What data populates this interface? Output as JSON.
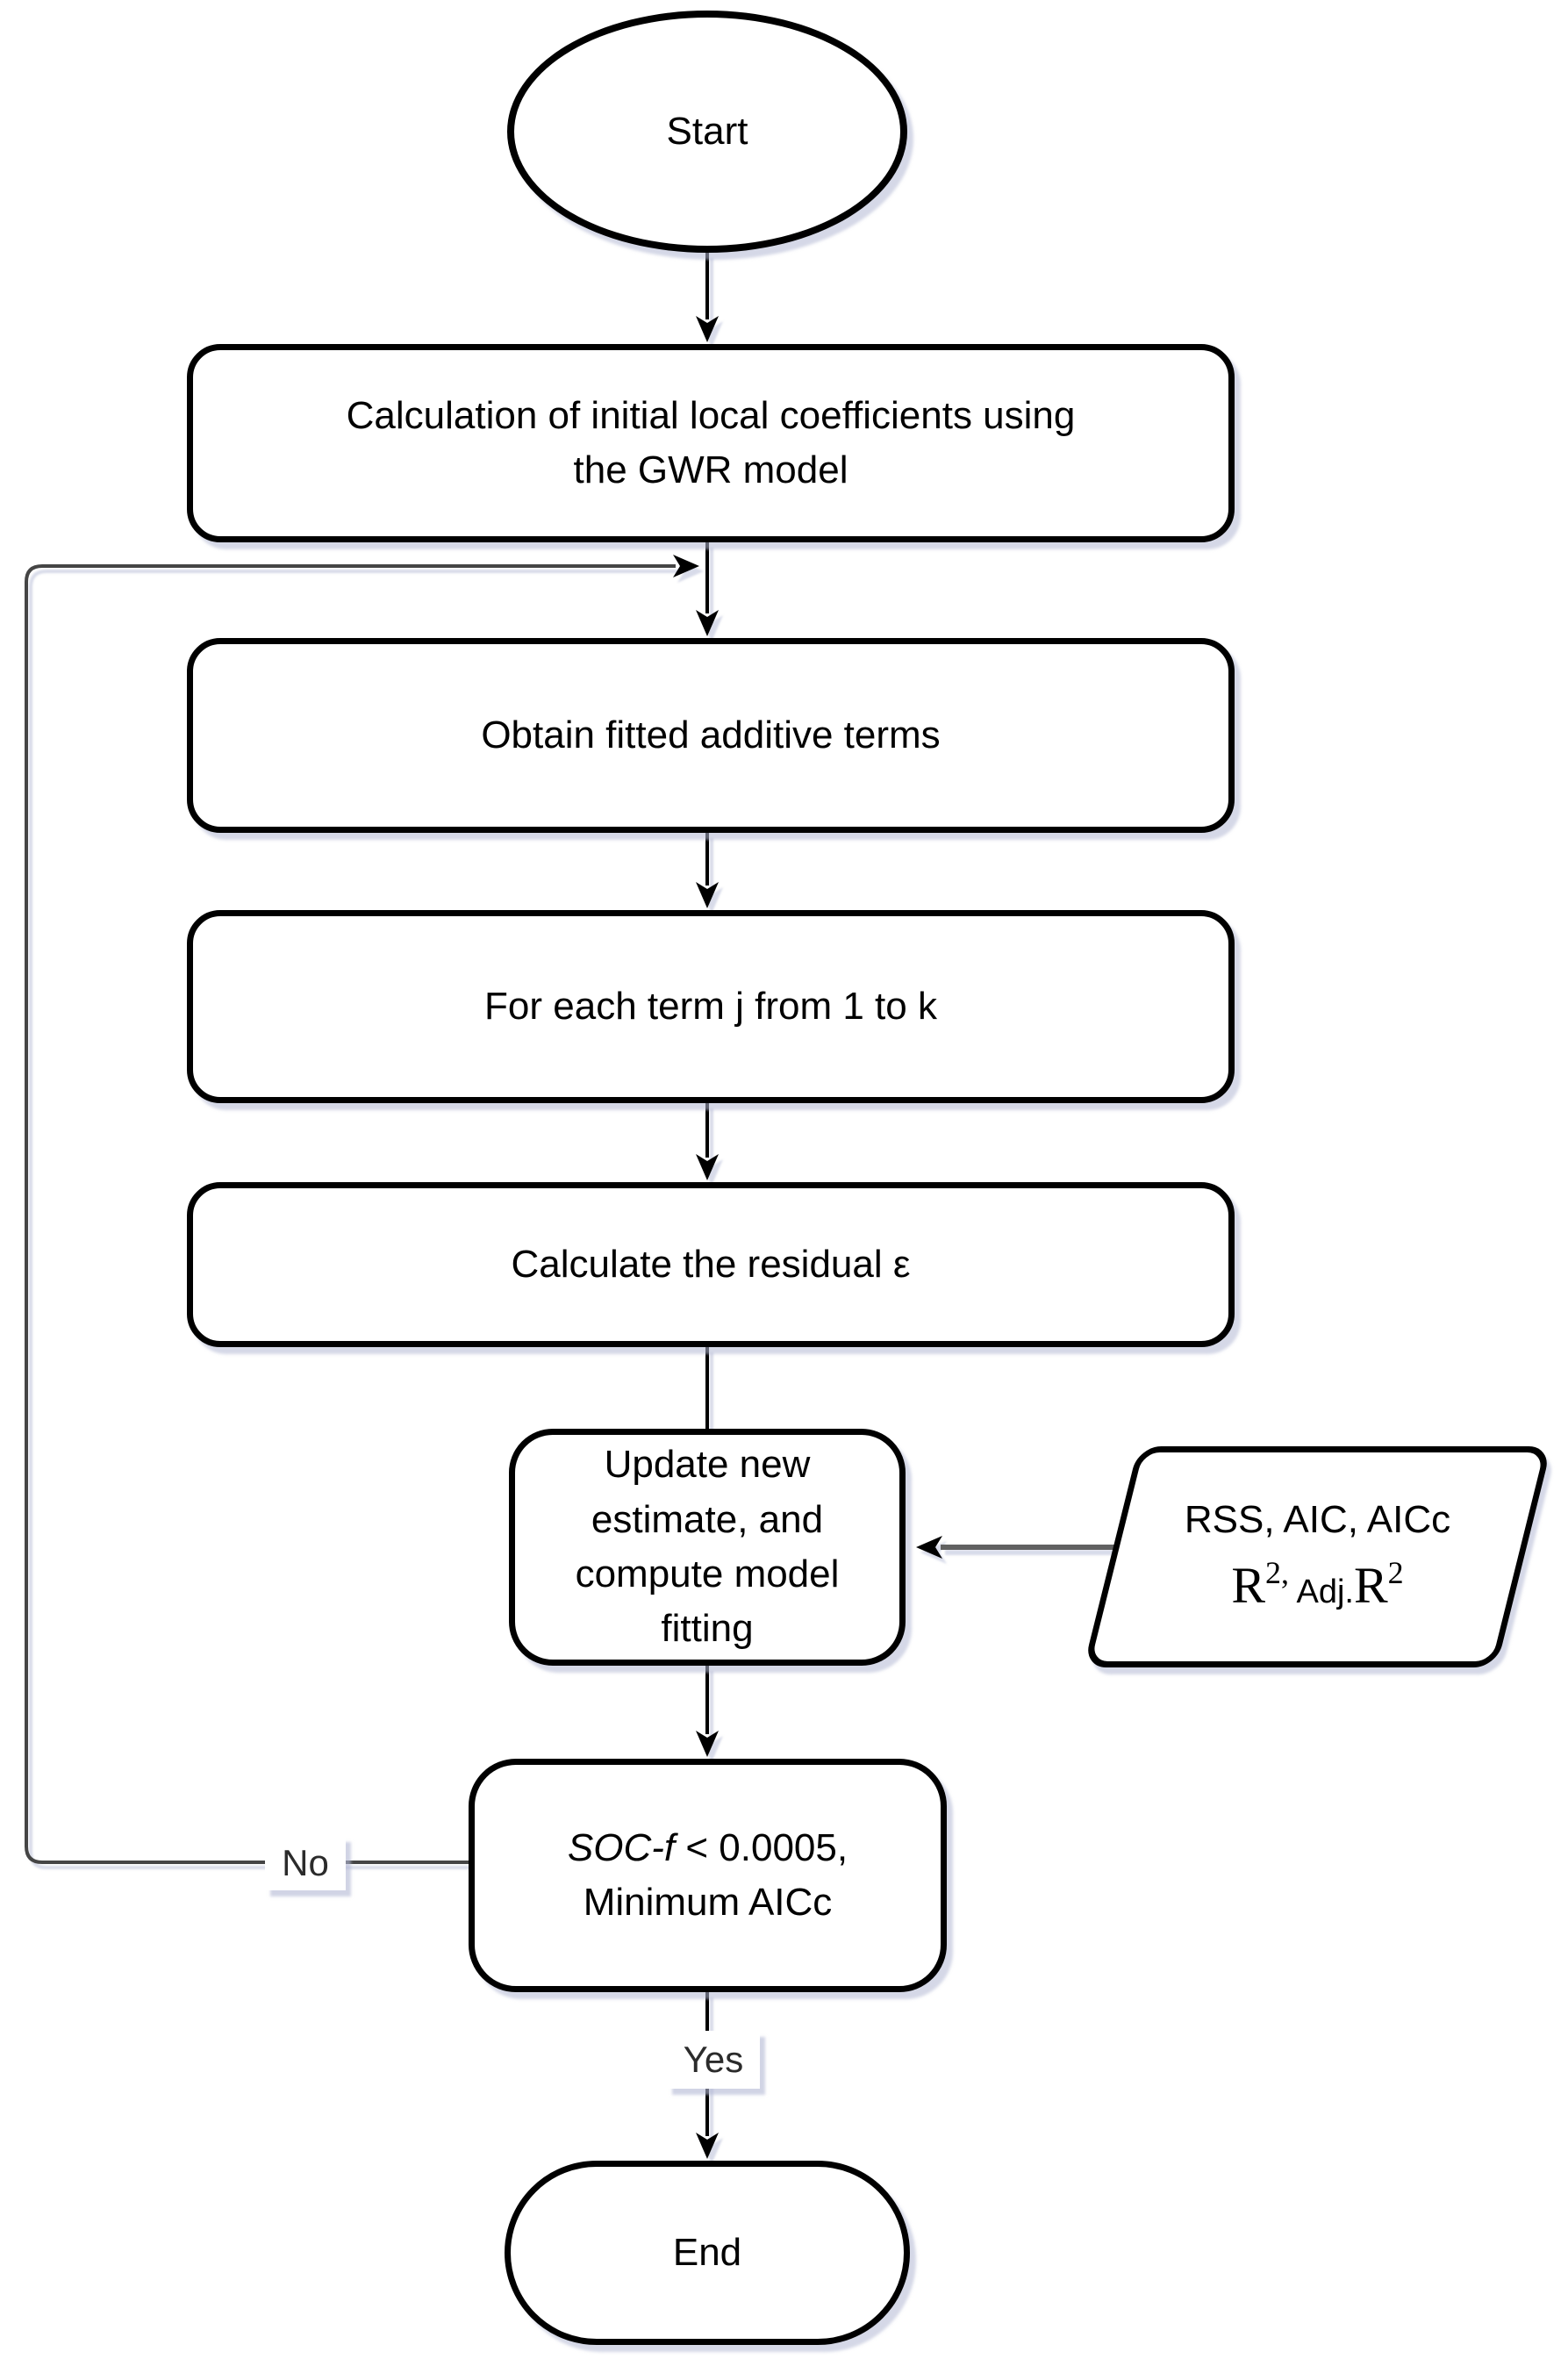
{
  "flowchart": {
    "nodes": {
      "start": "Start",
      "calc_initial": "Calculation of initial local coefficients using\nthe GWR model",
      "obtain_fitted": "Obtain fitted additive terms",
      "for_each": "For each term j from 1 to k",
      "residual": "Calculate the residual ε",
      "update": "Update new\nestimate, and\ncompute model\nfitting",
      "metrics_line1": "RSS, AIC, AICc",
      "metrics_r1": "R",
      "metrics_r1_sup": "2,",
      "metrics_adj": " Adj.",
      "metrics_r2": "R",
      "metrics_r2_sup": "2",
      "decision_italic": "SOC-f",
      "decision_rest": " < 0.0005,",
      "decision_line2": "Minimum AICc",
      "end": "End"
    },
    "edge_labels": {
      "no": "No",
      "yes": "Yes"
    },
    "colors": {
      "shape_fill": "#ffffff",
      "stroke": "#000000",
      "connector": "#4d4d4d",
      "metrics_connector": "#616161",
      "shadow": "#b2b8d4"
    }
  }
}
